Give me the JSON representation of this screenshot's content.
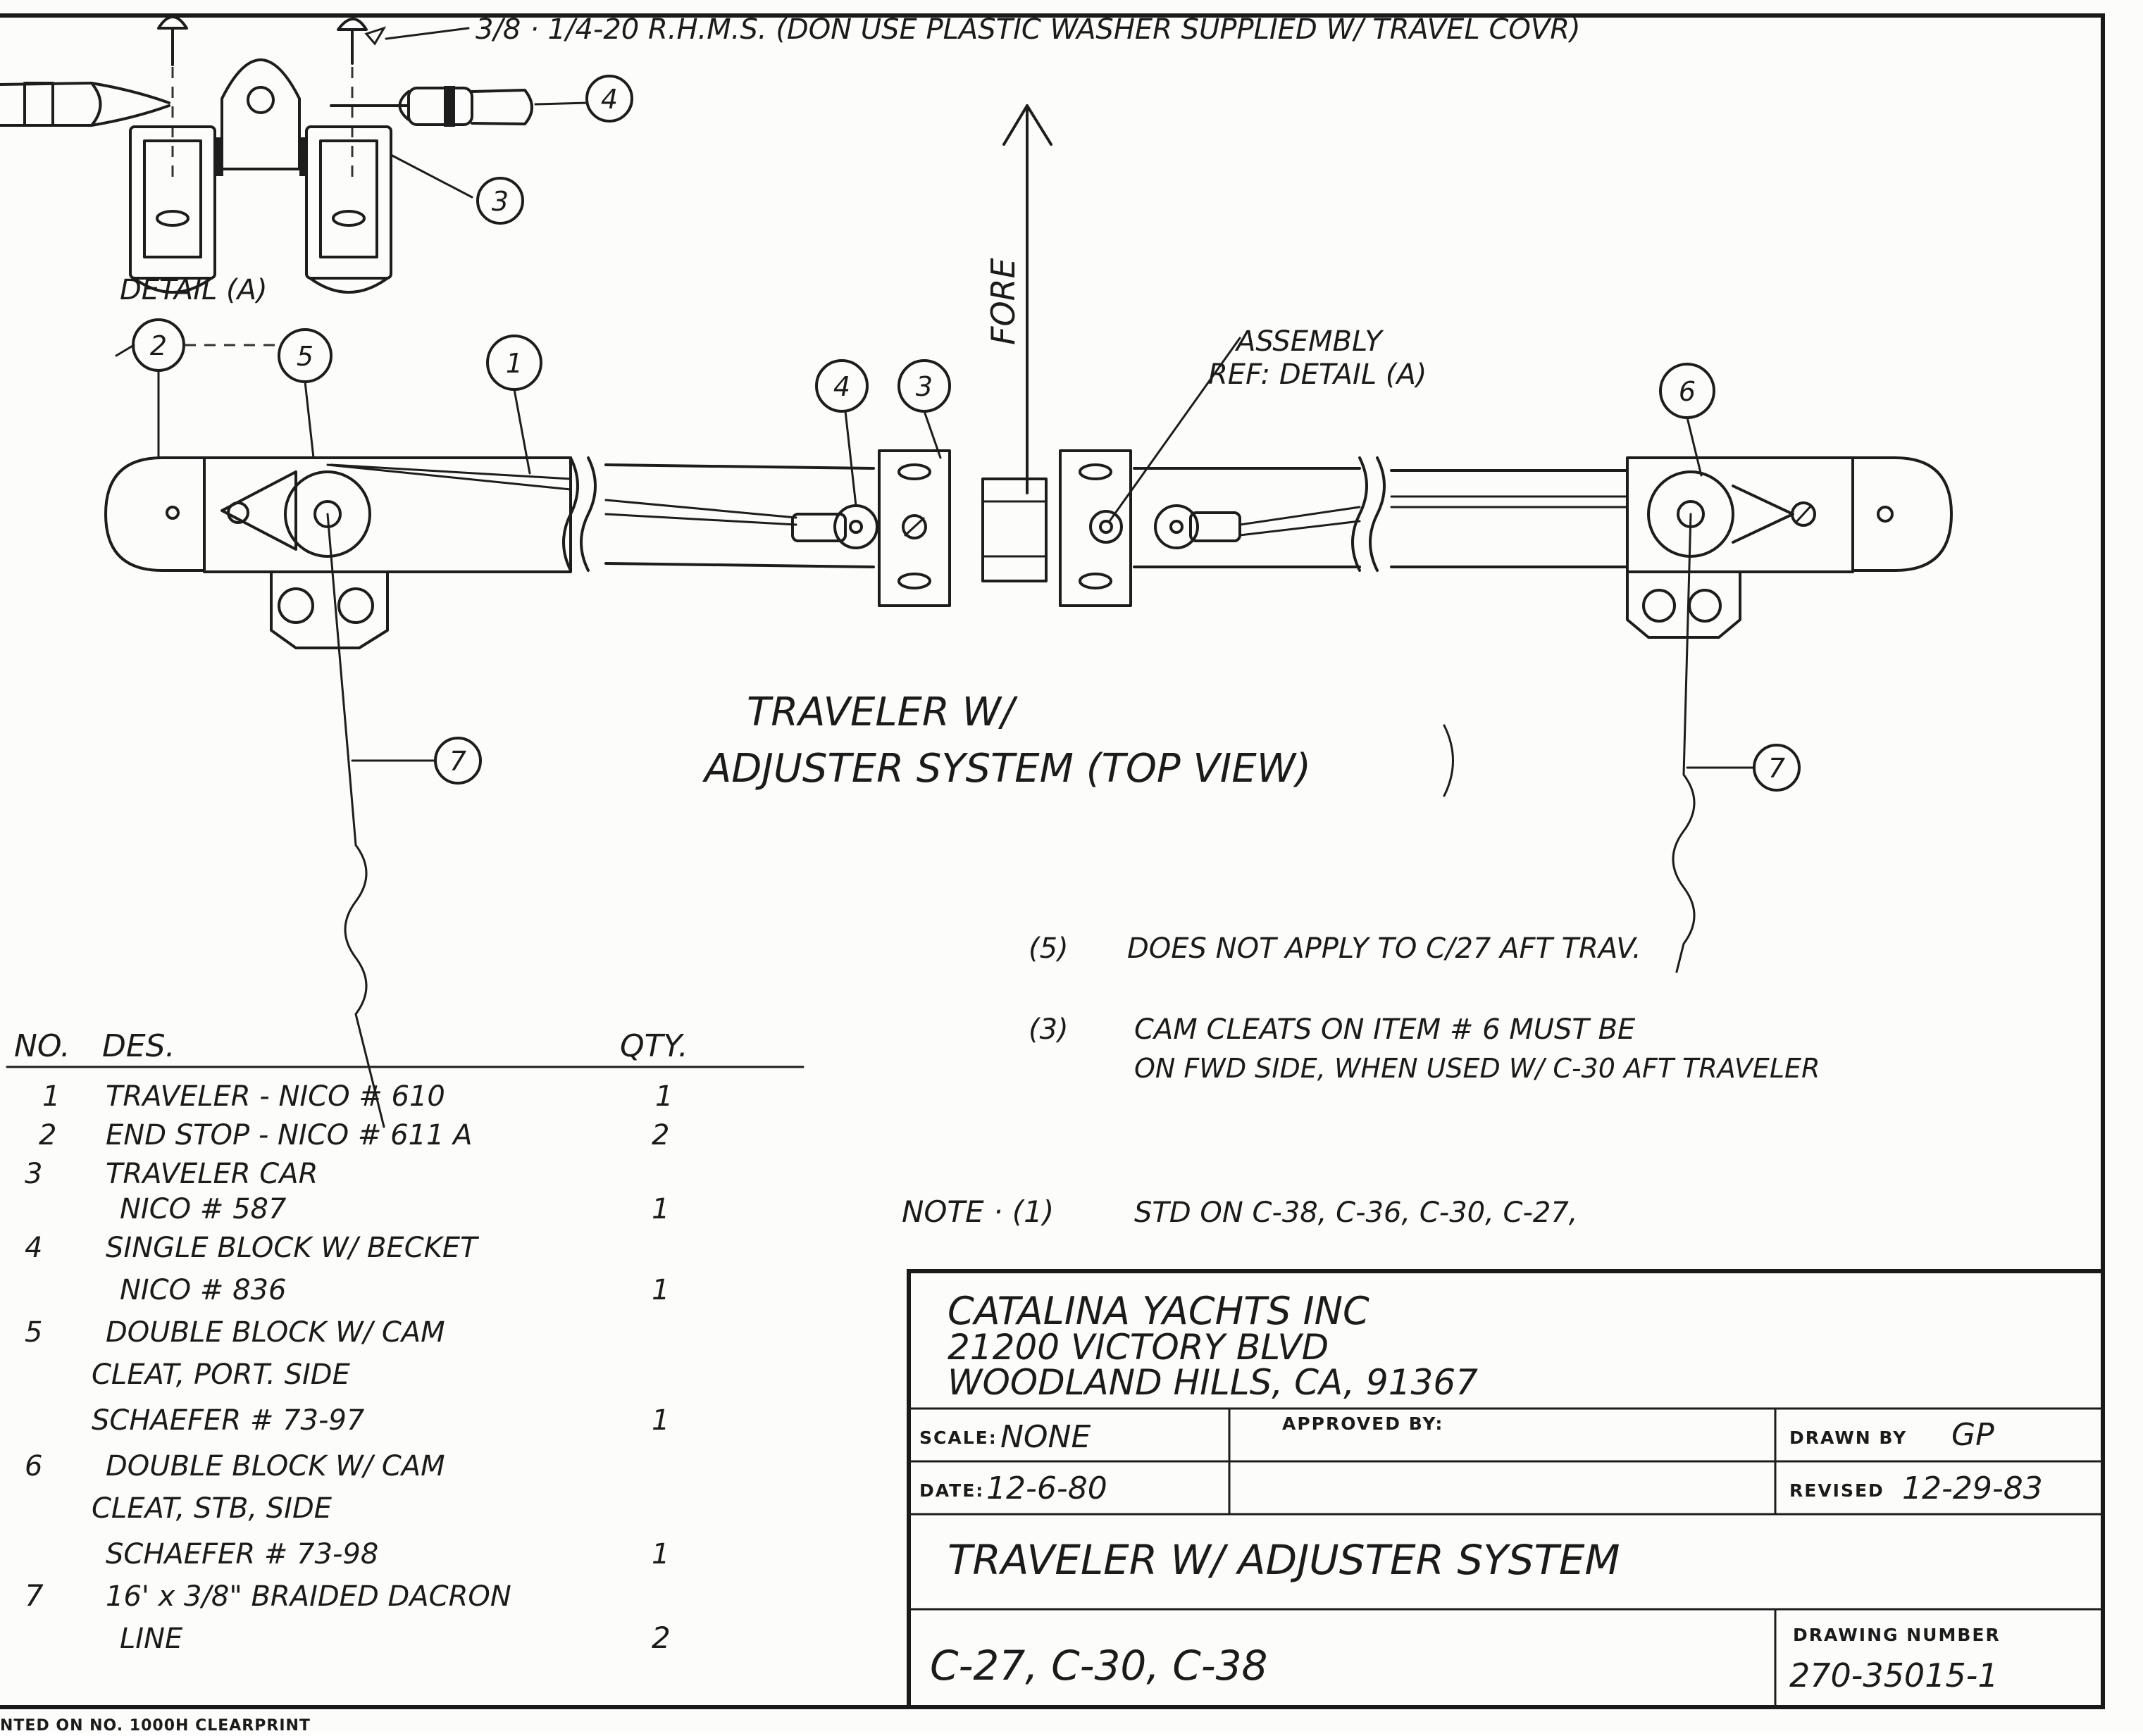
{
  "top_note": "3/8 · 1/4-20 R.H.M.S. (DON  USE PLASTIC WASHER SUPPLIED W/ TRAVEL  COVR)",
  "detail_label": "DETAIL (A)",
  "fore_label": "FORE",
  "assembly_ref": [
    "ASSEMBLY",
    "REF: DETAIL (A)"
  ],
  "title_view": [
    "TRAVELER W/",
    "ADJUSTER SYSTEM (TOP VIEW)"
  ],
  "callouts": [
    "1",
    "2",
    "3",
    "4",
    "5",
    "6",
    "7"
  ],
  "notes": [
    {
      "ref": "(5)",
      "lines": [
        "DOES NOT APPLY TO C/27 AFT TRAV."
      ]
    },
    {
      "ref": "(3)",
      "lines": [
        "CAM CLEATS ON ITEM # 6  MUST BE",
        "ON FWD SIDE, WHEN USED W/ C-30 AFT TRAVELER"
      ]
    },
    {
      "ref": "NOTE · (1)",
      "lines": [
        "STD ON C-38, C-36, C-30, C-27,"
      ]
    }
  ],
  "bom": {
    "headers": {
      "no": "NO.",
      "des": "DES.",
      "qty": "QTY."
    },
    "rows": [
      {
        "no": "1",
        "lines": [
          "TRAVELER - NICO # 610"
        ],
        "qty": "1"
      },
      {
        "no": "2",
        "lines": [
          "END STOP - NICO # 611 A"
        ],
        "qty": "2"
      },
      {
        "no": "3",
        "lines": [
          "TRAVELER CAR",
          "NICO # 587"
        ],
        "qty": "1"
      },
      {
        "no": "4",
        "lines": [
          "SINGLE BLOCK W/ BECKET",
          "NICO # 836"
        ],
        "qty": "1"
      },
      {
        "no": "5",
        "lines": [
          "DOUBLE BLOCK W/ CAM",
          "CLEAT, PORT. SIDE",
          "SCHAEFER # 73-97"
        ],
        "qty": "1"
      },
      {
        "no": "6",
        "lines": [
          "DOUBLE BLOCK W/ CAM",
          "CLEAT, STB, SIDE",
          "SCHAEFER # 73-98"
        ],
        "qty": "1"
      },
      {
        "no": "7",
        "lines": [
          "16' x 3/8\" BRAIDED DACRON",
          "LINE"
        ],
        "qty": "2"
      }
    ]
  },
  "title_block": {
    "company": [
      "CATALINA YACHTS INC",
      "21200 VICTORY BLVD",
      "WOODLAND HILLS, CA, 91367"
    ],
    "scale_label": "SCALE:",
    "scale_value": "NONE",
    "approved_label": "APPROVED BY:",
    "drawn_label": "DRAWN BY",
    "drawn_value": "GP",
    "date_label": "DATE:",
    "date_value": "12-6-80",
    "revised_label": "REVISED",
    "revised_value": "12-29-83",
    "drawing_title": "TRAVELER W/ ADJUSTER SYSTEM",
    "models": "C-27, C-30, C-38",
    "drawing_number_label": "DRAWING NUMBER",
    "drawing_number": "270-35015-1"
  },
  "footer_print": "NTED ON NO. 1000H CLEARPRINT"
}
